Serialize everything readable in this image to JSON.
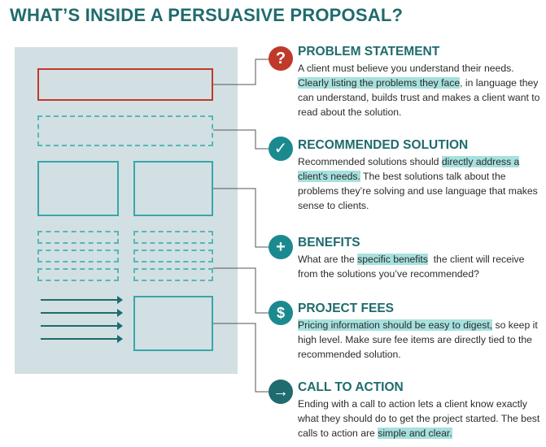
{
  "title": "WHAT’S INSIDE A PERSUASIVE PROPOSAL?",
  "sections": [
    {
      "heading": "PROBLEM STATEMENT",
      "icon": "question-icon",
      "glyph": "?",
      "color": "#c0392b",
      "pre": "A client must believe you understand their needs. ",
      "highlight": "Clearly listing the problems they face",
      "post": ", in language they can understand, builds trust and makes a client want to read about the solution."
    },
    {
      "heading": "RECOMMENDED SOLUTION",
      "icon": "checkmark-icon",
      "glyph": "✓",
      "color": "#1b8a8e",
      "pre": "Recommended solutions should ",
      "highlight": "directly address a client's needs.",
      "post": " The best solutions talk about the problems they’re solving and use language that makes sense to clients."
    },
    {
      "heading": "BENEFITS",
      "icon": "plus-icon",
      "glyph": "+",
      "color": "#1b8a8e",
      "pre": "What are the ",
      "highlight": "specific benefits",
      "post": "  the client will receive from the solutions you’ve recommended?"
    },
    {
      "heading": "PROJECT FEES",
      "icon": "dollar-icon",
      "glyph": "$",
      "color": "#1b8a8e",
      "pre": "",
      "highlight": "Pricing information should be easy to digest,",
      "post": " so keep it high level. Make sure fee items are directly tied to the recommended solution."
    },
    {
      "heading": "CALL TO ACTION",
      "icon": "arrow-right-icon",
      "glyph": "→",
      "color": "#1f6b6d",
      "pre": "Ending with a call to action lets a client know exactly what they should do to get the project started. The best calls to action are ",
      "highlight": "simple and clear.",
      "post": ""
    }
  ]
}
